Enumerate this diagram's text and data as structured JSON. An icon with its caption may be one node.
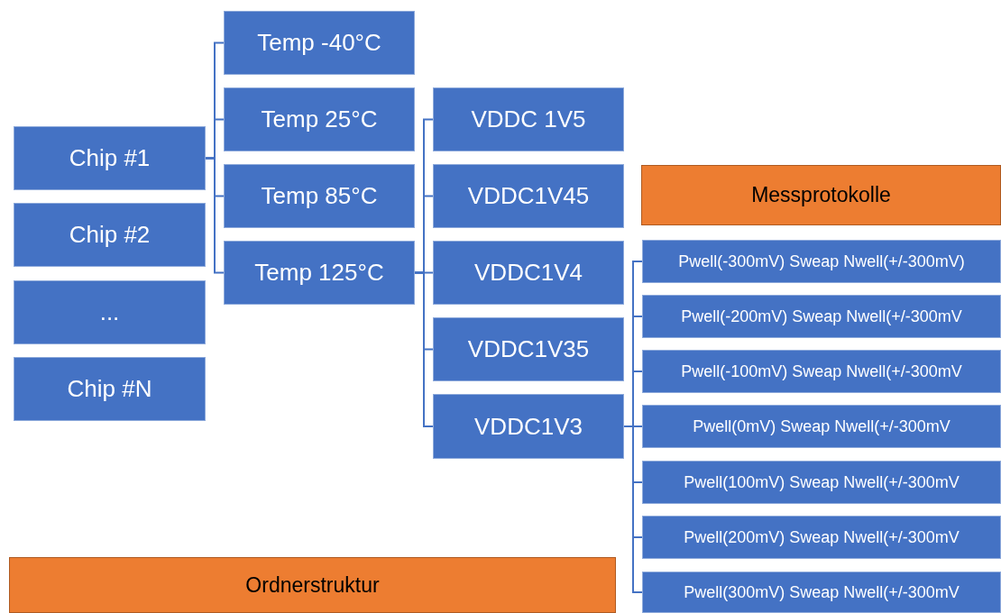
{
  "diagram": {
    "nodes": [
      {
        "text": [
          "Chip #1"
        ]
      },
      {
        "text": [
          "Chip #2"
        ]
      },
      {
        "text": [
          "..."
        ]
      },
      {
        "text": [
          "Chip #N"
        ]
      },
      {
        "text": [
          "Temp -40°C"
        ]
      },
      {
        "text": [
          "Temp 25°C"
        ]
      },
      {
        "text": [
          "Temp 85°C"
        ]
      },
      {
        "text": [
          "Temp 125°C"
        ]
      },
      {
        "text": [
          "VDDC 1V5"
        ]
      },
      {
        "text": [
          "VDDC1V45"
        ]
      },
      {
        "text": [
          "VDDC1V4"
        ]
      },
      {
        "text": [
          "VDDC1V35"
        ]
      },
      {
        "text": [
          "VDDC1V3"
        ]
      },
      {
        "text": [
          "Messprotokolle"
        ]
      },
      {
        "text": [
          "Pwell(-300mV) Sweap Nwell(+/-300mV)"
        ]
      },
      {
        "text": [
          "Pwell(-200mV) Sweap Nwell(+/-300mV"
        ]
      },
      {
        "text": [
          "Pwell(-100mV) Sweap Nwell(+/-300mV"
        ]
      },
      {
        "text": [
          "Pwell(0mV) Sweap Nwell(+/-300mV"
        ]
      },
      {
        "text": [
          "Pwell(100mV) Sweap Nwell(+/-300mV"
        ]
      },
      {
        "text": [
          "Pwell(200mV) Sweap Nwell(+/-300mV"
        ]
      },
      {
        "text": [
          "Pwell(300mV) Sweap Nwell(+/-300mV"
        ]
      },
      {
        "text": [
          "Ordnerstruktur"
        ]
      }
    ],
    "edges": [
      {
        "from": 0,
        "to": 4,
        "arrow": "none"
      },
      {
        "from": 0,
        "to": 5,
        "arrow": "none"
      },
      {
        "from": 0,
        "to": 6,
        "arrow": "none"
      },
      {
        "from": 0,
        "to": 7,
        "arrow": "none"
      },
      {
        "from": 7,
        "to": 8,
        "arrow": "none"
      },
      {
        "from": 7,
        "to": 9,
        "arrow": "none"
      },
      {
        "from": 7,
        "to": 10,
        "arrow": "none"
      },
      {
        "from": 7,
        "to": 11,
        "arrow": "none"
      },
      {
        "from": 7,
        "to": 12,
        "arrow": "none"
      },
      {
        "from": 12,
        "to": 14,
        "arrow": "none"
      },
      {
        "from": 12,
        "to": 15,
        "arrow": "none"
      },
      {
        "from": 12,
        "to": 16,
        "arrow": "none"
      },
      {
        "from": 12,
        "to": 17,
        "arrow": "none"
      },
      {
        "from": 12,
        "to": 18,
        "arrow": "none"
      },
      {
        "from": 12,
        "to": 19,
        "arrow": "none"
      },
      {
        "from": 12,
        "to": 20,
        "arrow": "none"
      }
    ]
  }
}
